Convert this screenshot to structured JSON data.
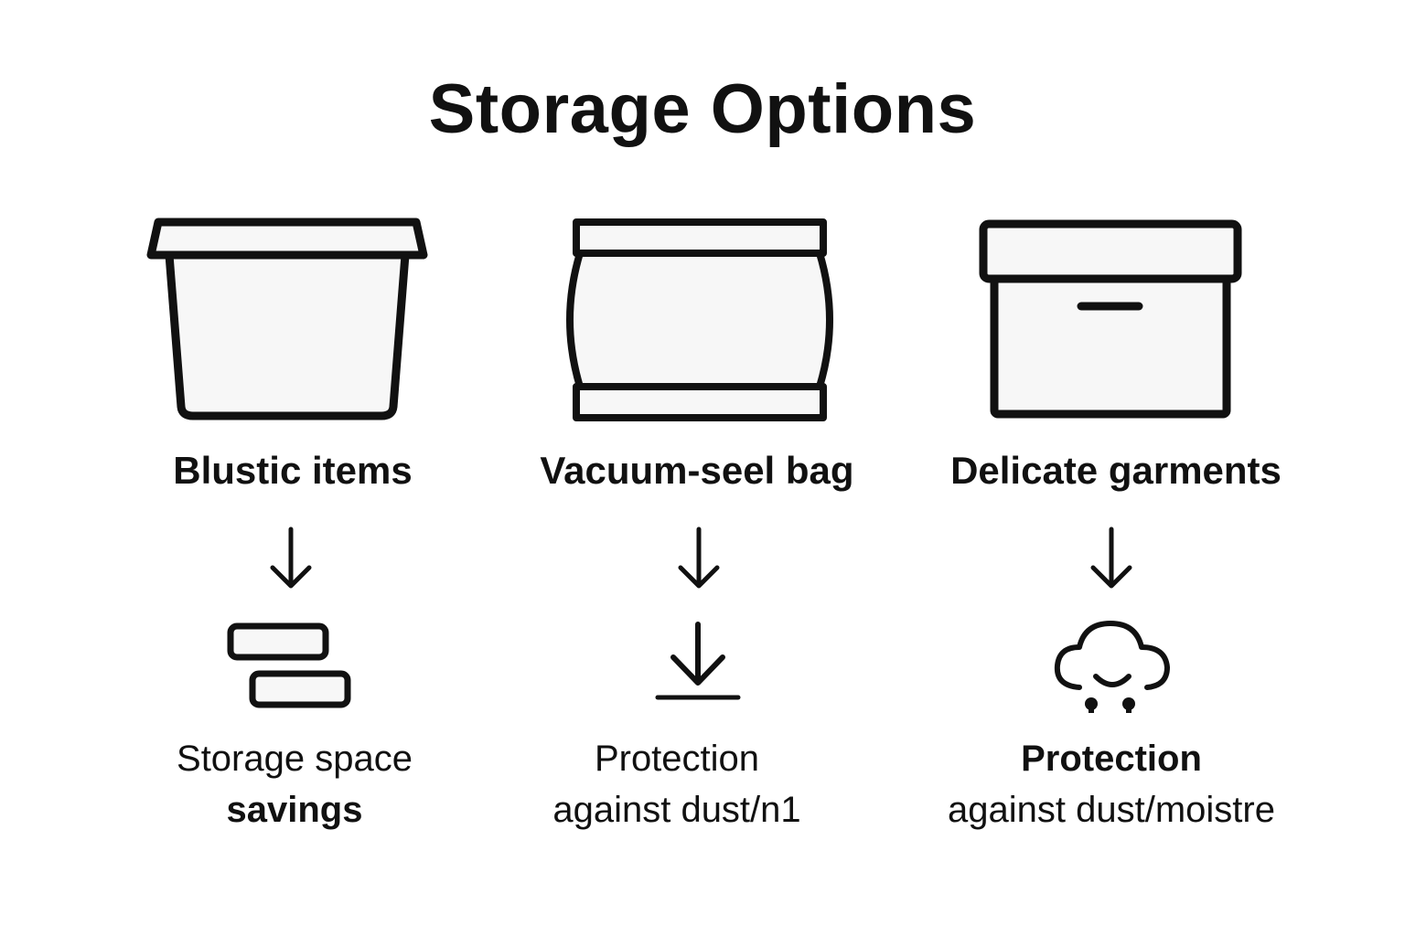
{
  "title": "Storage Options",
  "columns": [
    {
      "icon": "plastic-bin-icon",
      "label": "Blustic items",
      "arrow_icon": "arrow-down-icon",
      "result_icon": "stacked-blocks-icon",
      "result_line1": "Storage space",
      "result_line2": "savings"
    },
    {
      "icon": "vacuum-bag-icon",
      "label": "Vacuum-seel bag",
      "arrow_icon": "arrow-down-icon",
      "result_icon": "download-compress-icon",
      "result_line1": "Protection",
      "result_line2": "against dust/n1"
    },
    {
      "icon": "storage-box-icon",
      "label": "Delicate garments",
      "arrow_icon": "arrow-down-icon",
      "result_icon": "cloud-moisture-icon",
      "result_line1": "Protection",
      "result_line2": "against dust/moistre"
    }
  ],
  "colors": {
    "stroke": "#111111",
    "fill": "#f7f7f7",
    "background": "#ffffff"
  }
}
